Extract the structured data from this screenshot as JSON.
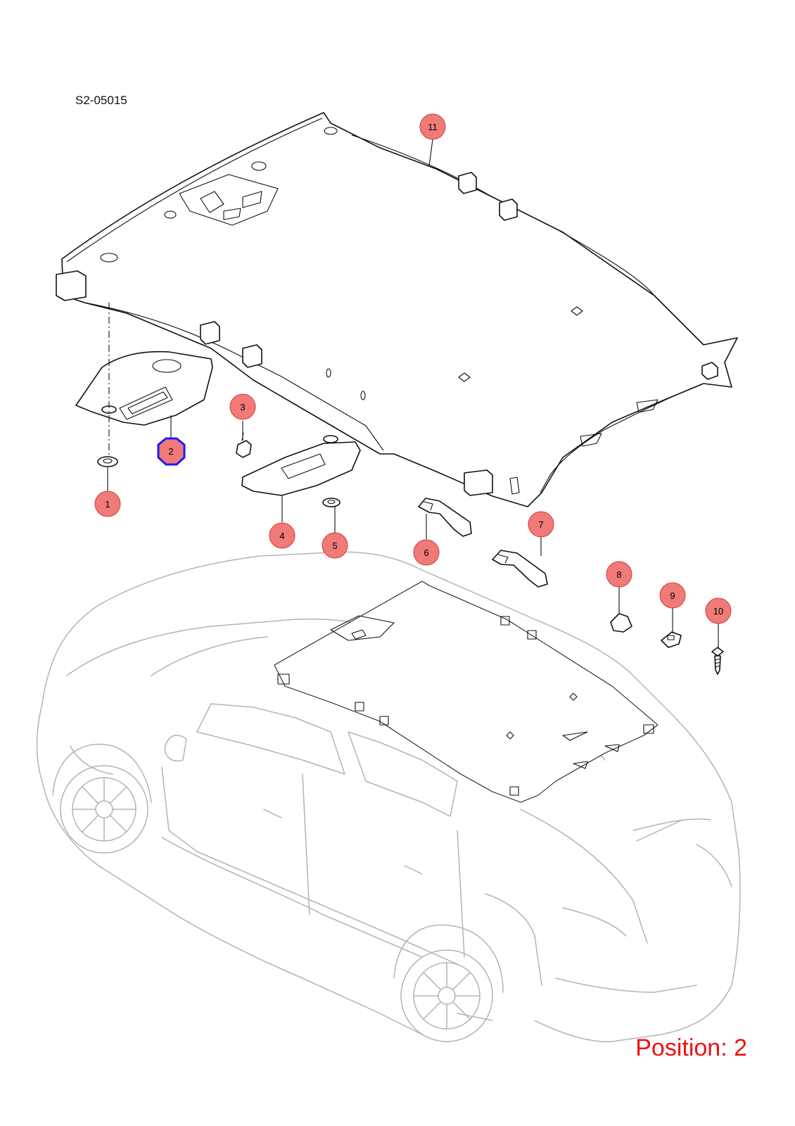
{
  "diagram_code": "S2-05015",
  "position_label": "Position: 2",
  "selected_position": "2",
  "colors": {
    "callout_fill": "#f07a78",
    "callout_stroke": "#d23c3c",
    "selected_stroke": "#1a1aff",
    "position_text": "#ee1111",
    "car_outline": "#b3b3b3"
  },
  "callouts": [
    {
      "id": "1",
      "part": "sun-visor-clip-left"
    },
    {
      "id": "2",
      "part": "sun-visor-left"
    },
    {
      "id": "3",
      "part": "visor-bracket-screw"
    },
    {
      "id": "4",
      "part": "sun-visor-right"
    },
    {
      "id": "5",
      "part": "sun-visor-clip-right"
    },
    {
      "id": "6",
      "part": "grab-handle-front"
    },
    {
      "id": "7",
      "part": "grab-handle-rear"
    },
    {
      "id": "8",
      "part": "push-clip"
    },
    {
      "id": "9",
      "part": "speed-nut"
    },
    {
      "id": "10",
      "part": "bolt"
    },
    {
      "id": "11",
      "part": "headliner"
    }
  ]
}
